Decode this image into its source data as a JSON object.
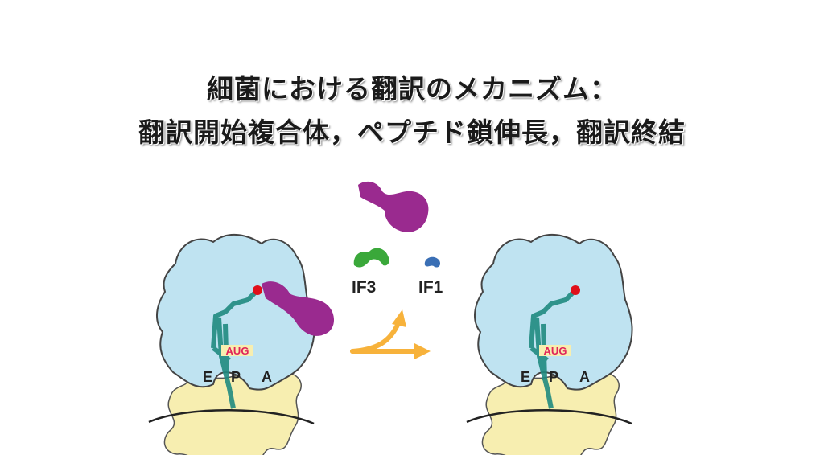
{
  "title": {
    "line1": "細菌における翻訳のメカニズム：",
    "line2": "翻訳開始複合体，ペプチド鎖伸長，翻訳終結"
  },
  "diagram": {
    "left_ribosome": {
      "codon": "AUG",
      "sites": [
        "E",
        "P",
        "A"
      ]
    },
    "right_ribosome": {
      "codon": "AUG",
      "sites": [
        "E",
        "P",
        "A"
      ]
    },
    "factors": {
      "if3": "IF3",
      "if1": "IF1"
    },
    "colors": {
      "large_subunit": "#bfe3f1",
      "small_subunit": "#f7eeb0",
      "trna": "#1f8a80",
      "if2": "#9a2a8f",
      "if3": "#3aa83a",
      "if1": "#3a6fb5",
      "codon": "#e0245a",
      "arrow": "#f7b23b"
    }
  }
}
